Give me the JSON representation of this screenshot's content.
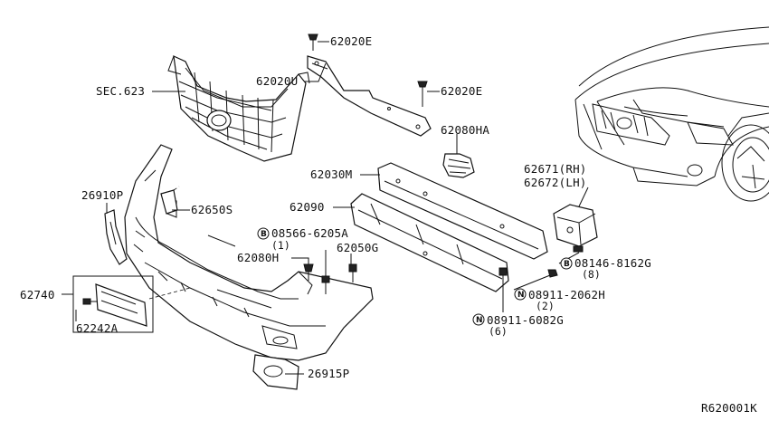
{
  "diagram": {
    "footer_code": "R620001K",
    "labels": {
      "p62020E_a": "62020E",
      "p62020U": "62020U",
      "p62020E_b": "62020E",
      "sec623": "SEC.623",
      "p62080HA": "62080HA",
      "p62030M": "62030M",
      "p62671": "62671(RH)",
      "p62672": "62672(LH)",
      "p26910P": "26910P",
      "p62650S": "62650S",
      "p62090": "62090",
      "p08566": "08566-6205A",
      "p08566_qty": "(1)",
      "p62050G": "62050G",
      "p62080H": "62080H",
      "p08146": "08146-8162G",
      "p08146_qty": "(8)",
      "p62740": "62740",
      "p62242A": "62242A",
      "p08911_2062H": "08911-2062H",
      "p08911_2062H_qty": "(2)",
      "p08911_6082G": "08911-6082G",
      "p08911_6082G_qty": "(6)",
      "p26915P": "26915P"
    },
    "symbols": {
      "bolt_b": "B",
      "nut_n": "N"
    }
  }
}
